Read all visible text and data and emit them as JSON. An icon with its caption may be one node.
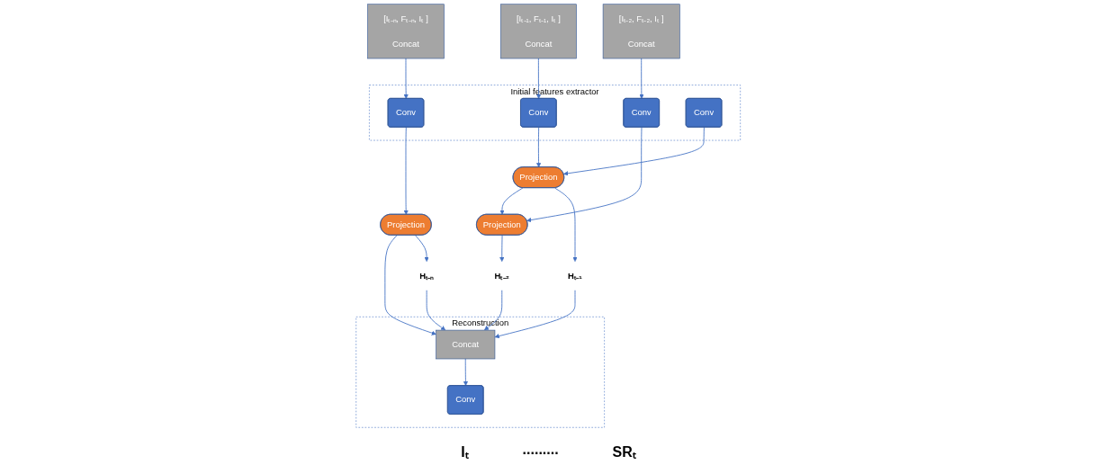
{
  "diagram": {
    "nodes": [
      {
        "text": [
          "[Iₜ₋₁, Fₜ₋₁, Iₜ ]",
          "Concat"
        ]
      },
      {
        "text": [
          "[Iₜ₋₂, Fₜ₋₂, Iₜ ]",
          "Concat"
        ]
      },
      {
        "text": [
          "[Iₜ₋ₙ, Fₜ₋ₙ, Iₜ ]",
          "Concat"
        ]
      },
      {
        "text": [
          "Initial features extractor"
        ]
      },
      {
        "text": [
          "Conv"
        ],
        "in": 3
      },
      {
        "text": [
          "Conv"
        ],
        "in": 3
      },
      {
        "text": [
          "Conv"
        ],
        "in": 3
      },
      {
        "text": [
          "Conv"
        ],
        "in": 3
      },
      {
        "text": [
          "Projection"
        ]
      },
      {
        "text": [
          "Projection"
        ]
      },
      {
        "text": [
          "Projection"
        ]
      },
      {
        "text": [
          "Hₜ₋₁"
        ]
      },
      {
        "text": [
          "Hₜ₋₂"
        ]
      },
      {
        "text": [
          "Hₜ₋ₙ"
        ]
      },
      {
        "text": [
          "Reconstruction"
        ]
      },
      {
        "text": [
          "Concat"
        ],
        "in": 14
      },
      {
        "text": [
          "Conv"
        ],
        "in": 14
      }
    ],
    "edges": [
      {
        "from": 0,
        "to": 4,
        "arrow": "to"
      },
      {
        "from": 1,
        "to": 5,
        "arrow": "to"
      },
      {
        "from": 2,
        "to": 6,
        "arrow": "to"
      },
      {
        "from": 4,
        "to": 8,
        "arrow": "to"
      },
      {
        "from": 5,
        "to": 9,
        "arrow": "to"
      },
      {
        "from": 6,
        "to": 10,
        "arrow": "to"
      },
      {
        "from": 7,
        "to": 8,
        "arrow": "to"
      },
      {
        "from": 8,
        "to": 9,
        "arrow": "to"
      },
      {
        "from": 10,
        "to": 15,
        "arrow": "to"
      },
      {
        "from": 8,
        "to": 11,
        "arrow": "to"
      },
      {
        "from": 9,
        "to": 12,
        "arrow": "to"
      },
      {
        "from": 10,
        "to": 13,
        "arrow": "to"
      },
      {
        "from": 11,
        "to": 15,
        "arrow": "to"
      },
      {
        "from": 12,
        "to": 15,
        "arrow": "to"
      },
      {
        "from": 13,
        "to": 15,
        "arrow": "to"
      },
      {
        "from": 15,
        "to": 16,
        "arrow": "to"
      }
    ],
    "labels": [
      "Iₜ",
      ".........",
      "SRₜ"
    ]
  }
}
